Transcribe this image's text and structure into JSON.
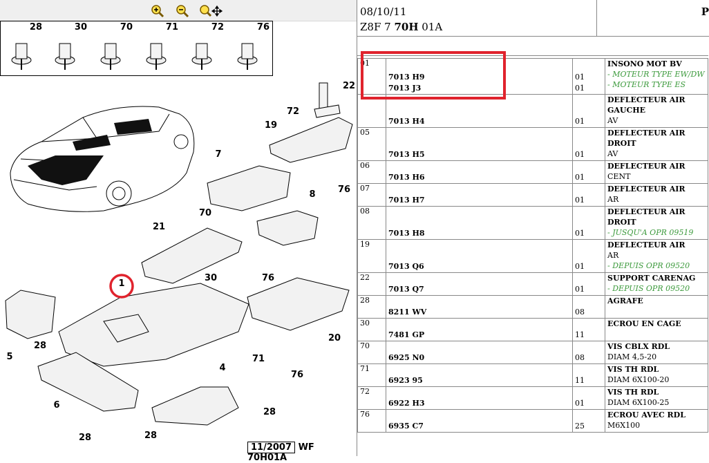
{
  "toolbar": {
    "zoom_in": "zoom-in-icon",
    "zoom_out": "zoom-out-icon",
    "zoom_fit": "zoom-pan-icon"
  },
  "ref_strip": [
    {
      "num": "28"
    },
    {
      "num": "30"
    },
    {
      "num": "70"
    },
    {
      "num": "71"
    },
    {
      "num": "72"
    },
    {
      "num": "76"
    }
  ],
  "callouts": [
    "22",
    "72",
    "19",
    "7",
    "70",
    "76",
    "8",
    "21",
    "76",
    "30",
    "1",
    "5",
    "28",
    "71",
    "20",
    "76",
    "6",
    "4",
    "28",
    "28",
    "28"
  ],
  "diagram_tag": {
    "date": "11/2007",
    "code": "WF 70H01A"
  },
  "header": {
    "date": "08/10/11",
    "code_pre": "Z8F 7 ",
    "code_bold": "70H",
    "code_post": " 01A",
    "right": "P"
  },
  "colors": {
    "highlight": "#e0232d",
    "note_green": "#3c9a3c",
    "grid": "#888888"
  },
  "parts": [
    {
      "ref": "01",
      "lines": [
        {
          "pn": "7013 H9",
          "qty": "01"
        },
        {
          "pn": "7013 J3",
          "qty": "01"
        }
      ],
      "name": "INSONO MOT BV",
      "notes": [
        "- MOTEUR TYPE EW/DW",
        "- MOTEUR TYPE ES"
      ],
      "sub": []
    },
    {
      "ref": "",
      "lines": [
        {
          "pn": "7013 H4",
          "qty": "01"
        }
      ],
      "name": "DEFLECTEUR AIR GAUCHE",
      "notes": [],
      "sub": [
        "AV"
      ]
    },
    {
      "ref": "05",
      "lines": [
        {
          "pn": "7013 H5",
          "qty": "01"
        }
      ],
      "name": "DEFLECTEUR AIR DROIT",
      "notes": [],
      "sub": [
        "AV"
      ]
    },
    {
      "ref": "06",
      "lines": [
        {
          "pn": "7013 H6",
          "qty": "01"
        }
      ],
      "name": "DEFLECTEUR AIR",
      "notes": [],
      "sub": [
        "CENT"
      ]
    },
    {
      "ref": "07",
      "lines": [
        {
          "pn": "7013 H7",
          "qty": "01"
        }
      ],
      "name": "DEFLECTEUR AIR",
      "notes": [],
      "sub": [
        "AR"
      ]
    },
    {
      "ref": "08",
      "lines": [
        {
          "pn": "7013 H8",
          "qty": "01"
        }
      ],
      "name": "DEFLECTEUR AIR DROIT",
      "notes": [
        "- JUSQU'A OPR 09519"
      ],
      "sub": []
    },
    {
      "ref": "19",
      "lines": [
        {
          "pn": "7013 Q6",
          "qty": "01"
        }
      ],
      "name": "DEFLECTEUR AIR",
      "notes": [
        "- DEPUIS OPR 09520"
      ],
      "sub": [
        "AR"
      ]
    },
    {
      "ref": "22",
      "lines": [
        {
          "pn": "7013 Q7",
          "qty": "01"
        }
      ],
      "name": "SUPPORT CARENAG",
      "notes": [
        "- DEPUIS OPR 09520"
      ],
      "sub": []
    },
    {
      "ref": "28",
      "lines": [
        {
          "pn": "8211 WV",
          "qty": "08"
        }
      ],
      "name": "AGRAFE",
      "notes": [],
      "sub": []
    },
    {
      "ref": "30",
      "lines": [
        {
          "pn": "7481 GP",
          "qty": "11"
        }
      ],
      "name": "ECROU EN CAGE",
      "notes": [],
      "sub": []
    },
    {
      "ref": "70",
      "lines": [
        {
          "pn": "6925 N0",
          "qty": "08"
        }
      ],
      "name": "VIS CBLX RDL",
      "notes": [],
      "sub": [
        "DIAM 4,5-20"
      ]
    },
    {
      "ref": "71",
      "lines": [
        {
          "pn": "6923 95",
          "qty": "11"
        }
      ],
      "name": "VIS TH RDL",
      "notes": [],
      "sub": [
        "DIAM 6X100-20"
      ]
    },
    {
      "ref": "72",
      "lines": [
        {
          "pn": "6922 H3",
          "qty": "01"
        }
      ],
      "name": "VIS TH RDL",
      "notes": [],
      "sub": [
        "DIAM 6X100-25"
      ]
    },
    {
      "ref": "76",
      "lines": [
        {
          "pn": "6935 C7",
          "qty": "25"
        }
      ],
      "name": "ECROU AVEC RDL",
      "notes": [],
      "sub": [
        "M6X100"
      ]
    }
  ]
}
